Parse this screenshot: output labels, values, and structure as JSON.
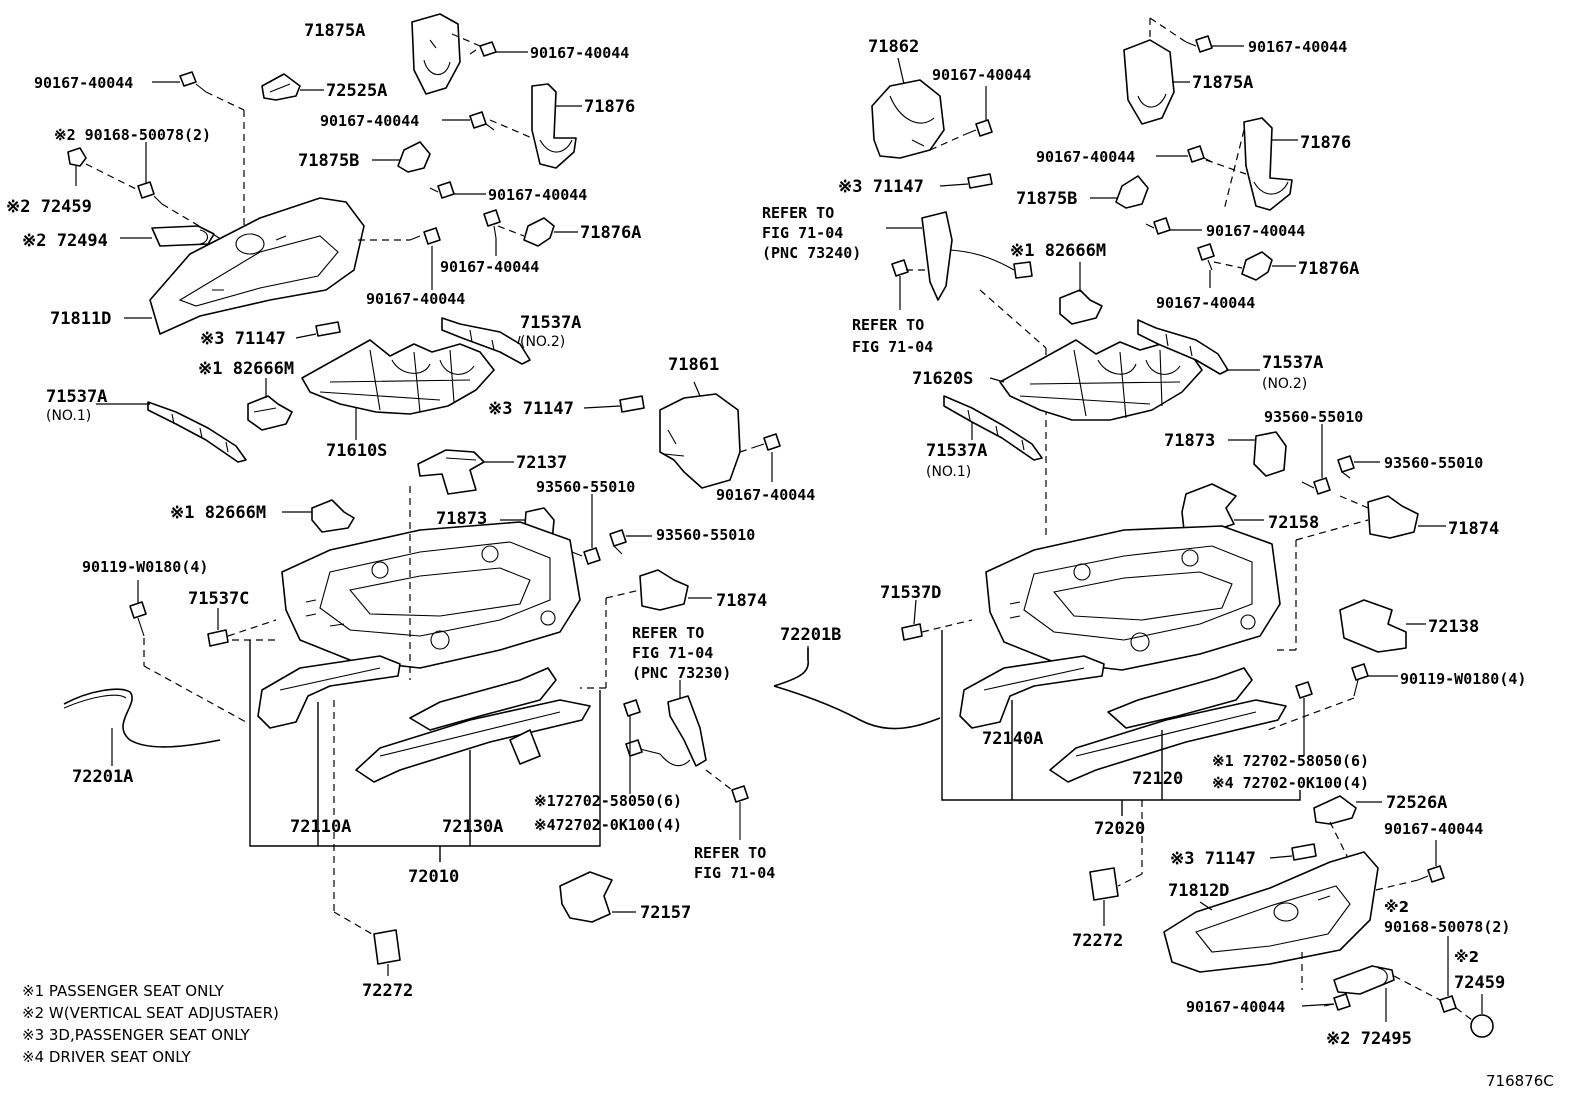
{
  "labels": {
    "l71875A_1": "71875A",
    "l90167_1": "90167-40044",
    "l72525A": "72525A",
    "l90167_2": "90167-40044",
    "l90168_1": "※2 90168-50078(2)",
    "l72459_1": "※2 72459",
    "l71876_1": "71876",
    "l90167_3": "90167-40044",
    "l71875B_1": "71875B",
    "l90167_4": "90167-40044",
    "l72494": "※2 72494",
    "l71876A_1": "71876A",
    "l90167_5": "90167-40044",
    "l71811D": "71811D",
    "l90167_6": "90167-40044",
    "l71147_1": "※3 71147",
    "l71537A_1": "71537A",
    "l71537A_1n": "(NO.2)",
    "l82666M_1": "※1 82666M",
    "l71537A_2": "71537A",
    "l71537A_2n": "(NO.1)",
    "l71610S": "71610S",
    "l71861": "71861",
    "l71147_2": "※3 71147",
    "l90167_7": "90167-40044",
    "l72137": "72137",
    "l82666M_2": "※1 82666M",
    "l93560_1": "93560-55010",
    "l71873_1": "71873",
    "l93560_2": "93560-55010",
    "l90119_1": "90119-W0180(4)",
    "l71537C": "71537C",
    "l71874_1": "71874",
    "ref1_a": "REFER TO",
    "ref1_b": "FIG 71-04",
    "ref1_c": "(PNC 73230)",
    "l72201A": "72201A",
    "l72702_1": "※172702-58050(6)",
    "l72702_2": "※472702-0K100(4)",
    "l72110A": "72110A",
    "l72130A": "72130A",
    "l72010": "72010",
    "ref2_a": "REFER TO",
    "ref2_b": "FIG 71-04",
    "l72157": "72157",
    "l72272_1": "72272",
    "l71862": "71862",
    "l90167_8": "90167-40044",
    "l71147_3": "※3 71147",
    "ref3_a": "REFER TO",
    "ref3_b": "FIG 71-04",
    "ref3_c": "(PNC 73240)",
    "l82666M_3": "※1 82666M",
    "ref4_a": "REFER TO",
    "ref4_b": "FIG 71-04",
    "l90167_9": "90167-40044",
    "l71875A_2": "71875A",
    "l71876_2": "71876",
    "l90167_10": "90167-40044",
    "l71875B_2": "71875B",
    "l90167_11": "90167-40044",
    "l71876A_2": "71876A",
    "l90167_12": "90167-40044",
    "l71620S": "71620S",
    "l71537A_3": "71537A",
    "l71537A_3n": "(NO.2)",
    "l71537A_4": "71537A",
    "l71537A_4n": "(NO.1)",
    "l93560_3": "93560-55010",
    "l71873_2": "71873",
    "l93560_4": "93560-55010",
    "l72158": "72158",
    "l71874_2": "71874",
    "l71537D": "71537D",
    "l72201B": "72201B",
    "l72138": "72138",
    "l90119_2": "90119-W0180(4)",
    "l72140A": "72140A",
    "l72702_3": "※1 72702-58050(6)",
    "l72702_4": "※4 72702-0K100(4)",
    "l72120": "72120",
    "l72020": "72020",
    "l72526A": "72526A",
    "l90167_13": "90167-40044",
    "l71147_4": "※3 71147",
    "l71812D": "71812D",
    "l90168_2a": "※2",
    "l90168_2b": "90168-50078(2)",
    "l72459_2a": "※2",
    "l72459_2b": "72459",
    "l72272_2": "72272",
    "l90167_14": "90167-40044",
    "l72495": "※2 72495"
  },
  "legend": [
    "※1 PASSENGER SEAT ONLY",
    "※2 W(VERTICAL SEAT ADJUSTAER)",
    "※3 3D,PASSENGER SEAT ONLY",
    "※4 DRIVER SEAT ONLY"
  ],
  "figure_id": "716876C"
}
